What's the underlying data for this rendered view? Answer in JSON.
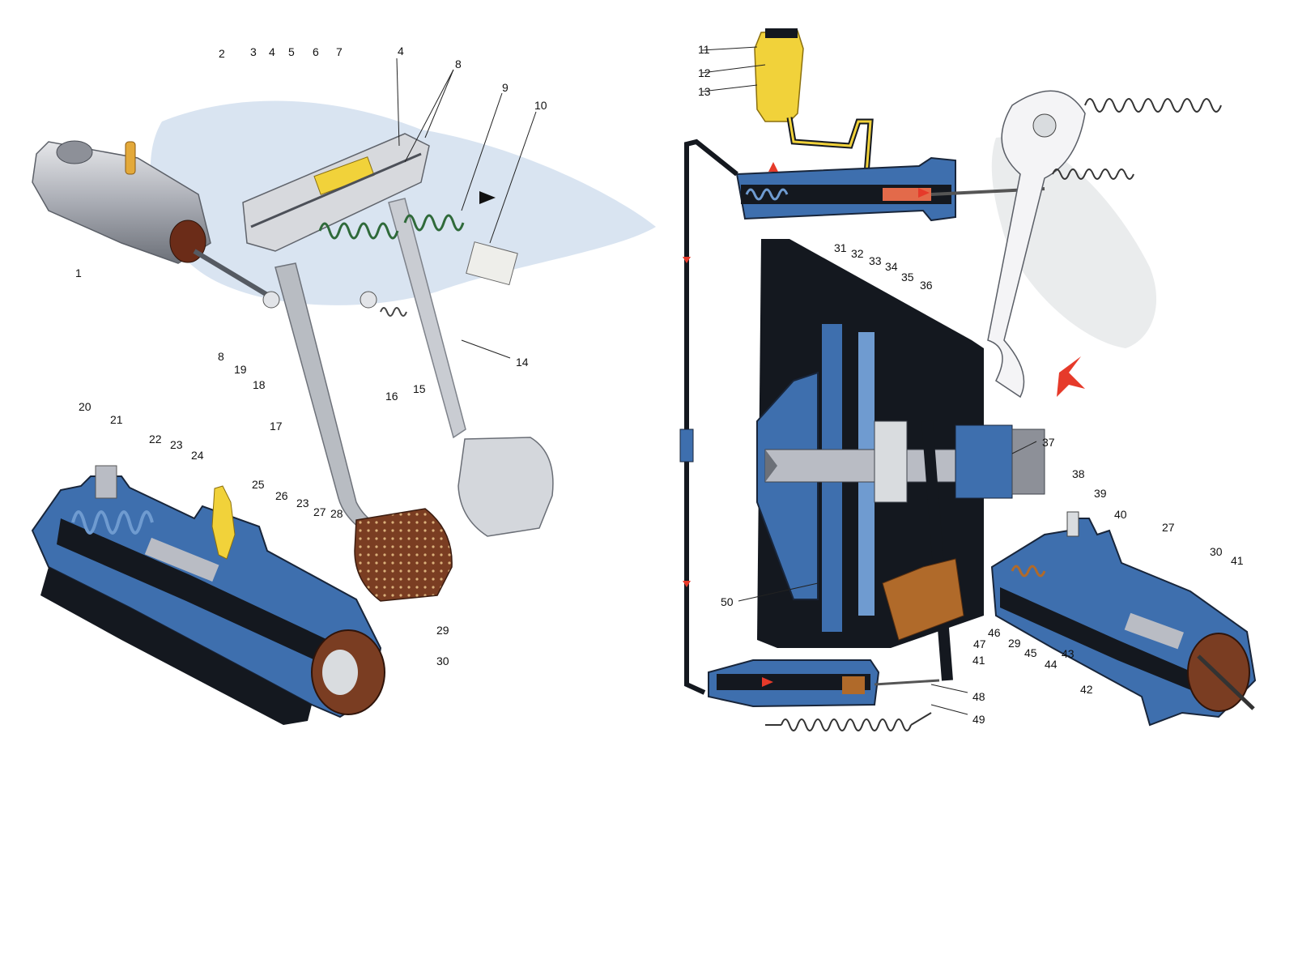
{
  "colors": {
    "body_blue": "#3e6fae",
    "body_blue_light": "#6f9bd0",
    "dark": "#14181f",
    "steel": "#b9bcc4",
    "yellow": "#f1d23a",
    "brown": "#7a3d22",
    "bronze": "#b06a2a",
    "pedal_grey": "#c9ccd2",
    "haze": "#b9cde6",
    "arrow_red": "#e63a2a"
  },
  "icons": [
    "coil-spring-icon",
    "flow-arrow-icon",
    "force-arrow-icon",
    "brake-pedal-pad-icon",
    "clutch-pedal-pad-icon"
  ],
  "callouts": [
    {
      "label": "1"
    },
    {
      "label": "2"
    },
    {
      "label": "3"
    },
    {
      "label": "4"
    },
    {
      "label": "5"
    },
    {
      "label": "6"
    },
    {
      "label": "7"
    },
    {
      "label": "4"
    },
    {
      "label": "8"
    },
    {
      "label": "9"
    },
    {
      "label": "10"
    },
    {
      "label": "8"
    },
    {
      "label": "19"
    },
    {
      "label": "18"
    },
    {
      "label": "16"
    },
    {
      "label": "15"
    },
    {
      "label": "14"
    },
    {
      "label": "17"
    },
    {
      "label": "20"
    },
    {
      "label": "21"
    },
    {
      "label": "22"
    },
    {
      "label": "23"
    },
    {
      "label": "24"
    },
    {
      "label": "25"
    },
    {
      "label": "26"
    },
    {
      "label": "23"
    },
    {
      "label": "27"
    },
    {
      "label": "28"
    },
    {
      "label": "29"
    },
    {
      "label": "30"
    },
    {
      "label": "11"
    },
    {
      "label": "12"
    },
    {
      "label": "13"
    },
    {
      "label": "31"
    },
    {
      "label": "32"
    },
    {
      "label": "33"
    },
    {
      "label": "34"
    },
    {
      "label": "35"
    },
    {
      "label": "36"
    },
    {
      "label": "37"
    },
    {
      "label": "38"
    },
    {
      "label": "39"
    },
    {
      "label": "40"
    },
    {
      "label": "27"
    },
    {
      "label": "30"
    },
    {
      "label": "41"
    },
    {
      "label": "50"
    },
    {
      "label": "46"
    },
    {
      "label": "47"
    },
    {
      "label": "41"
    },
    {
      "label": "48"
    },
    {
      "label": "49"
    },
    {
      "label": "29"
    },
    {
      "label": "45"
    },
    {
      "label": "44"
    },
    {
      "label": "43"
    },
    {
      "label": "42"
    }
  ]
}
